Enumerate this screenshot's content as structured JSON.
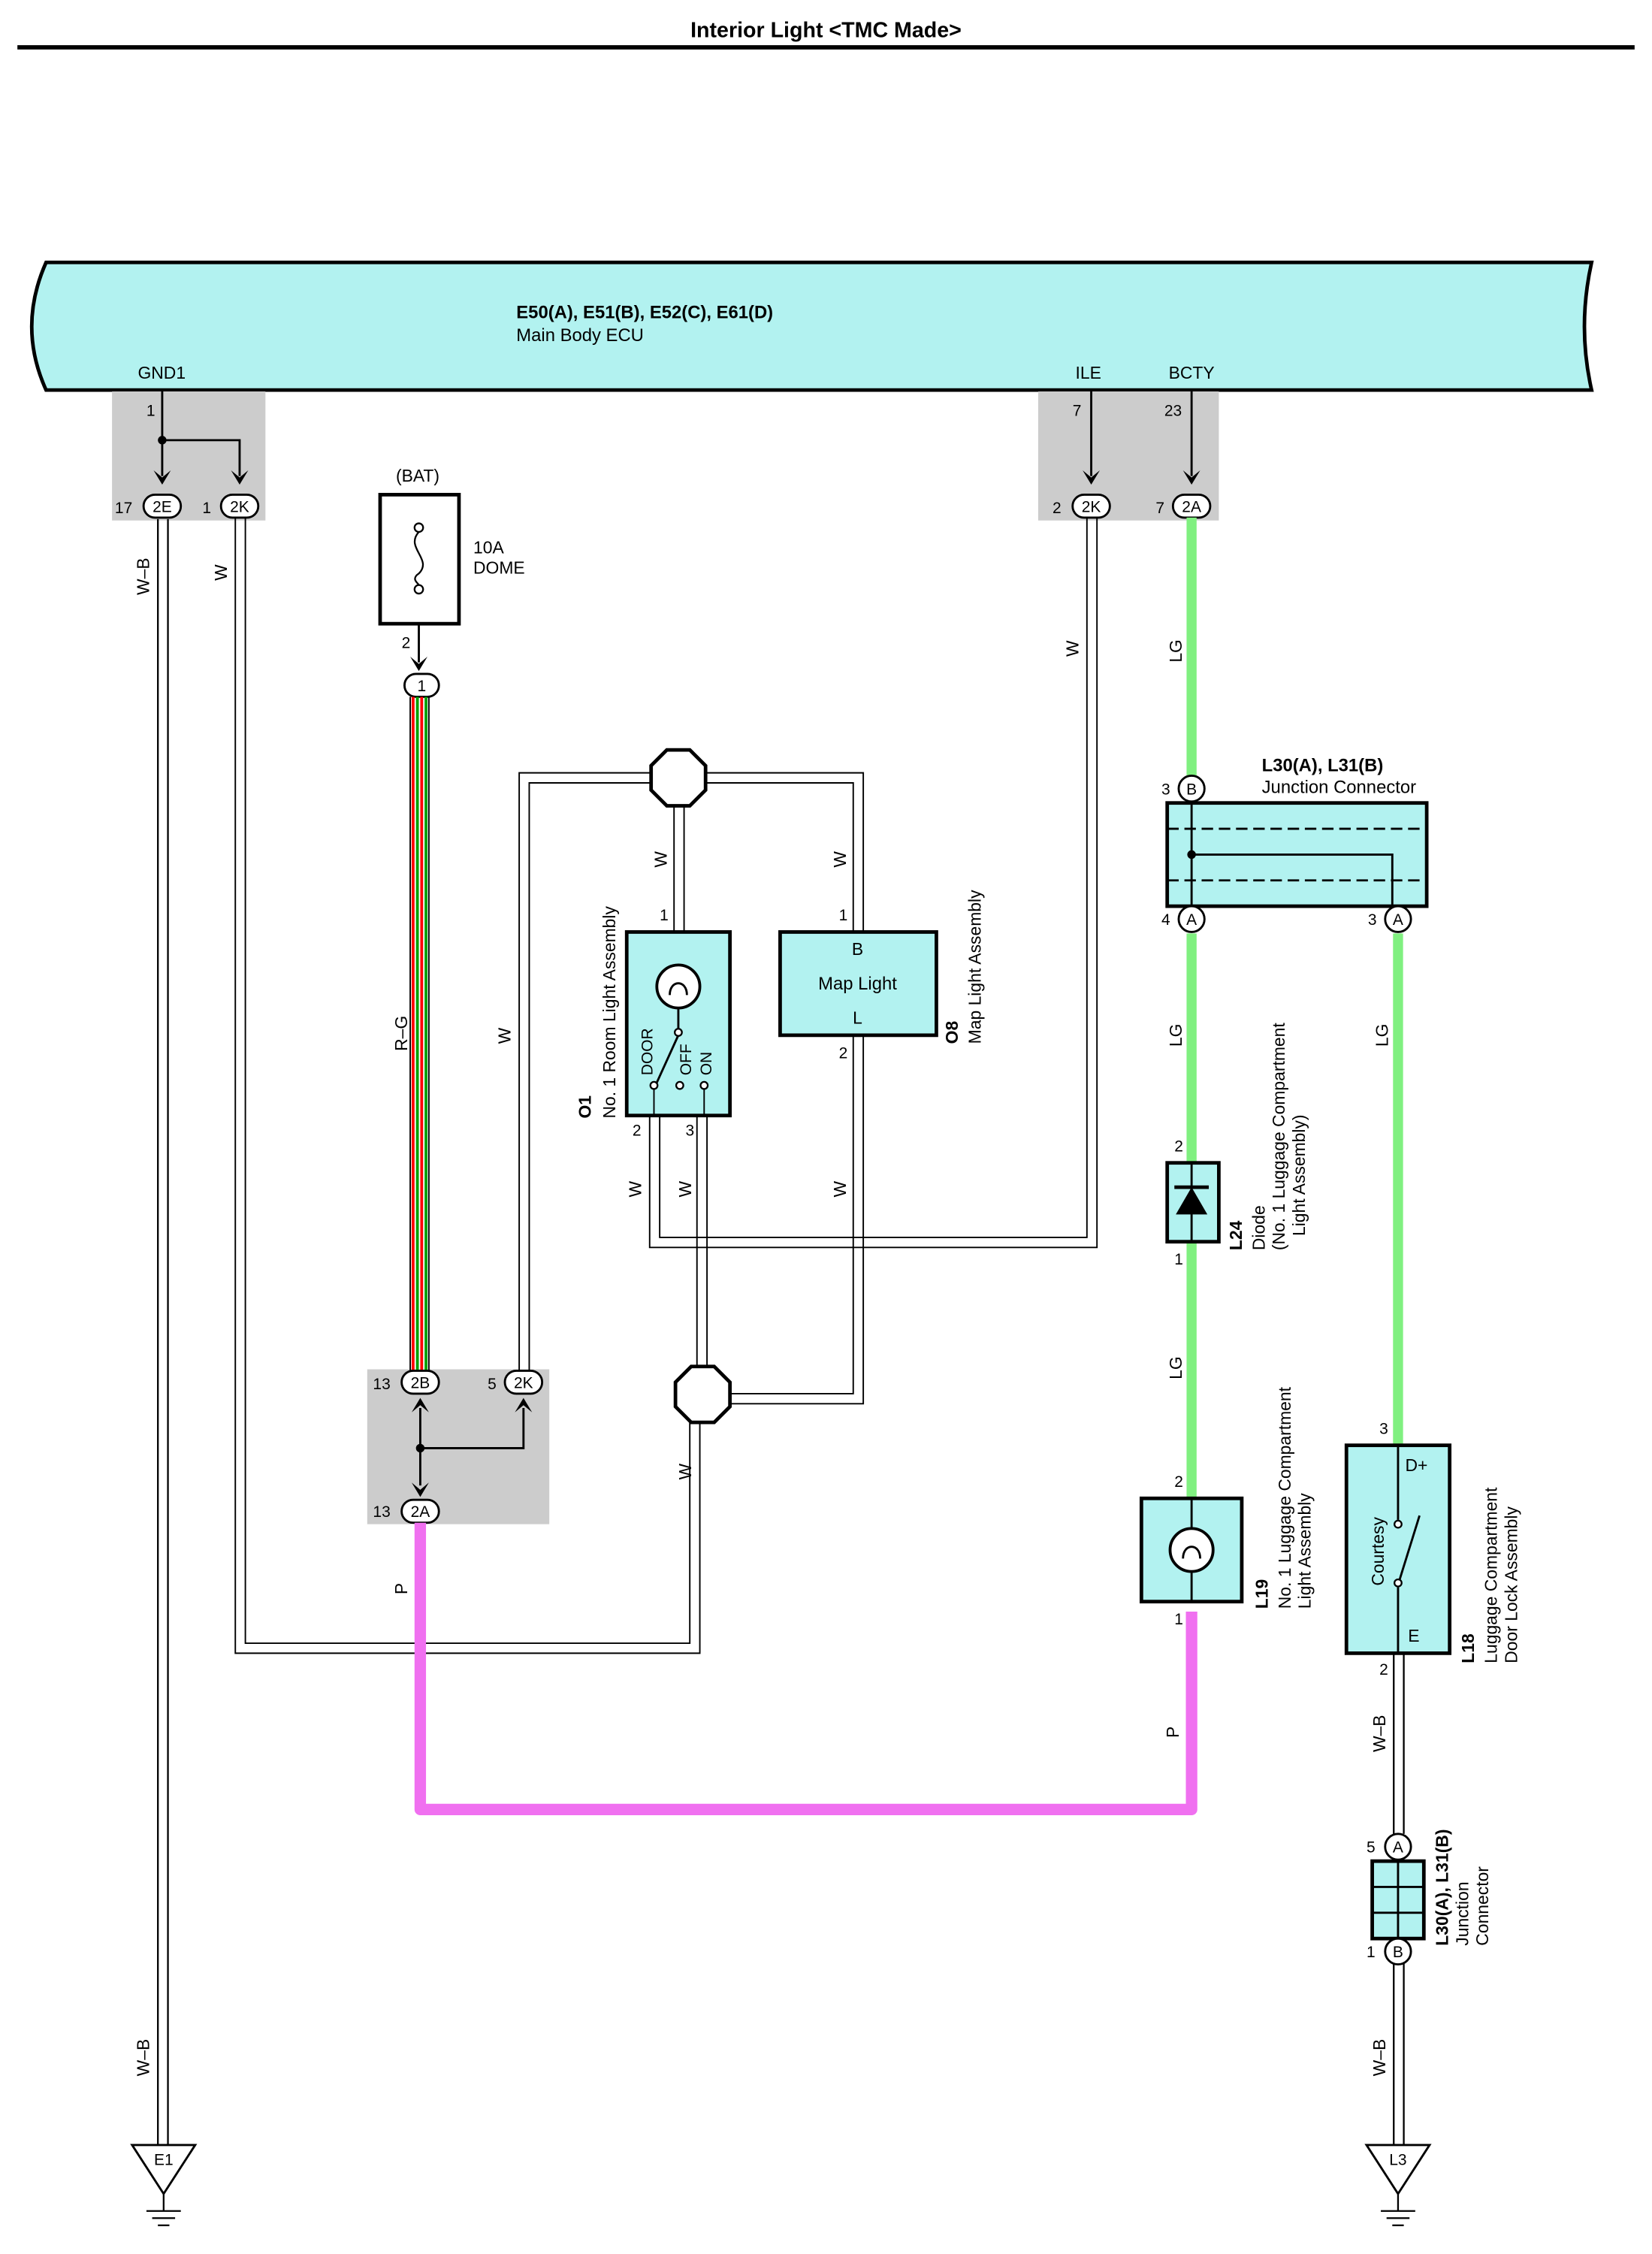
{
  "title": "Interior Light <TMC Made>",
  "colors": {
    "ecu_fill": "#b2f2f0",
    "splice_fill": "#cccccc",
    "wire_green": "#80f080",
    "wire_pink": "#f070f0",
    "component_fill": "#b2f2f0"
  },
  "ecu": {
    "codes": "E50(A), E51(B), E52(C), E61(D)",
    "name": "Main Body ECU",
    "gnd_label": "GND1",
    "gnd_pin": "1",
    "ile_label": "ILE",
    "ile_pin": "7",
    "bcty_label": "BCTY",
    "bcty_pin": "23"
  },
  "connectors": {
    "e17": {
      "pin": "17",
      "id": "2E"
    },
    "k1": {
      "pin": "1",
      "id": "2K"
    },
    "k2": {
      "pin": "2",
      "id": "2K"
    },
    "a7": {
      "pin": "7",
      "id": "2A"
    },
    "bat_out": {
      "id": "1"
    },
    "b13": {
      "pin": "13",
      "id": "2B"
    },
    "k5": {
      "pin": "5",
      "id": "2K"
    },
    "a13": {
      "pin": "13",
      "id": "2A"
    }
  },
  "fuse": {
    "source": "(BAT)",
    "rating": "10A",
    "name": "DOME",
    "pin": "2"
  },
  "room_light": {
    "code": "O1",
    "name": "No. 1 Room Light Assembly",
    "pos_door": "DOOR",
    "pos_off": "OFF",
    "pos_on": "ON",
    "pin1": "1",
    "pin2": "2",
    "pin3": "3"
  },
  "map_light": {
    "code": "O8",
    "name": "Map Light Assembly",
    "label": "Map Light",
    "terminal_b": "B",
    "terminal_l": "L",
    "pin1": "1",
    "pin2": "2"
  },
  "junction_top": {
    "codes": "L30(A), L31(B)",
    "name": "Junction Connector",
    "pin_b3": "3",
    "term_b": "B",
    "pin_a4": "4",
    "term_a4": "A",
    "pin_a3": "3",
    "term_a3": "A"
  },
  "diode": {
    "code": "L24",
    "name": "Diode",
    "sub": "(No. 1 Luggage Compartment",
    "sub2": "Light Assembly)",
    "pin2": "2",
    "pin1": "1"
  },
  "lug_light": {
    "code": "L19",
    "name": "No. 1 Luggage Compartment",
    "name2": "Light Assembly",
    "pin2": "2",
    "pin1": "1"
  },
  "door_lock": {
    "code": "L18",
    "name": "Luggage Compartment",
    "name2": "Door Lock Assembly",
    "switch_label": "Courtesy",
    "term_dplus": "D+",
    "term_e": "E",
    "pin3": "3",
    "pin2": "2"
  },
  "junction_bottom": {
    "codes": "L30(A), L31(B)",
    "name": "Junction",
    "name2": "Connector",
    "pin5": "5",
    "term_a": "A",
    "pin1": "1",
    "term_b": "B"
  },
  "grounds": {
    "left": "E1",
    "right": "L3"
  },
  "wire_labels": {
    "wb": "W–B",
    "w": "W",
    "lg": "LG",
    "rg": "R–G",
    "p": "P"
  }
}
